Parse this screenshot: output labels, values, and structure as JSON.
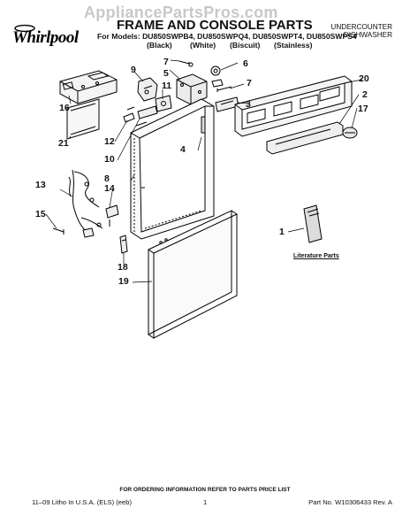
{
  "header": {
    "watermark": "AppliancePartsPros.com",
    "brand": "Whirlpool",
    "title": "FRAME AND CONSOLE PARTS",
    "models_line": "For Models: DU850SWPB4, DU850SWPQ4, DU850SWPT4, DU850SWPS4",
    "colors": [
      "(Black)",
      "(White)",
      "(Biscuit)",
      "(Stainless)"
    ],
    "appliance_type_line1": "UNDERCOUNTER",
    "appliance_type_line2": "DISHWASHER"
  },
  "callouts": {
    "c1": "1",
    "c2": "2",
    "c3": "3",
    "c4": "4",
    "c5": "5",
    "c6": "6",
    "c7a": "7",
    "c7b": "7",
    "c8": "8",
    "c9": "9",
    "c10": "10",
    "c11": "11",
    "c12": "12",
    "c13": "13",
    "c14": "14",
    "c15": "15",
    "c16": "16",
    "c17": "17",
    "c18": "18",
    "c19": "19",
    "c20": "20",
    "c21": "21"
  },
  "literature_label": "Literature Parts",
  "footer": {
    "ordering_info": "FOR ORDERING INFORMATION REFER TO PARTS PRICE LIST",
    "litho": "11–09 Litho In U.S.A. (ELS) (eeb)",
    "page": "1",
    "part_no": "Part No. W10306433 Rev. A"
  }
}
